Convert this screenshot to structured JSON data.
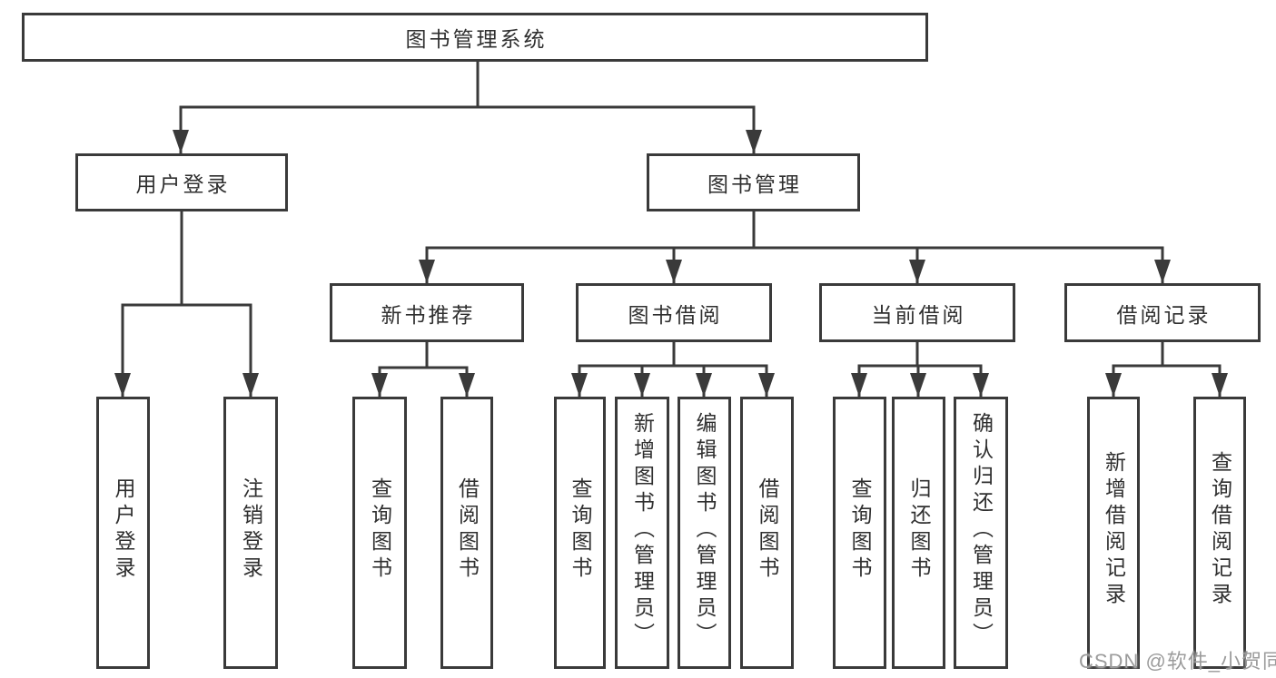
{
  "tree": {
    "label": "图书管理系统",
    "children": [
      {
        "label": "用户登录",
        "children": [
          {
            "label": "用户登录"
          },
          {
            "label": "注销登录"
          }
        ]
      },
      {
        "label": "图书管理",
        "children": [
          {
            "label": "新书推荐",
            "children": [
              {
                "label": "查询图书"
              },
              {
                "label": "借阅图书"
              }
            ]
          },
          {
            "label": "图书借阅",
            "children": [
              {
                "label": "查询图书"
              },
              {
                "label": "新增图书（管理员）"
              },
              {
                "label": "编辑图书（管理员）"
              },
              {
                "label": "借阅图书"
              }
            ]
          },
          {
            "label": "当前借阅",
            "children": [
              {
                "label": "查询图书"
              },
              {
                "label": "归还图书"
              },
              {
                "label": "确认归还（管理员）"
              }
            ]
          },
          {
            "label": "借阅记录",
            "children": [
              {
                "label": "新增借阅记录"
              },
              {
                "label": "查询借阅记录"
              }
            ]
          }
        ]
      }
    ]
  },
  "watermark": {
    "text": "CSDN @软件_小贺同学"
  },
  "colors": {
    "line": "#3a3a3a",
    "text": "#2f2f2f",
    "watermark": "#9b9b9b",
    "background": "#ffffff"
  }
}
